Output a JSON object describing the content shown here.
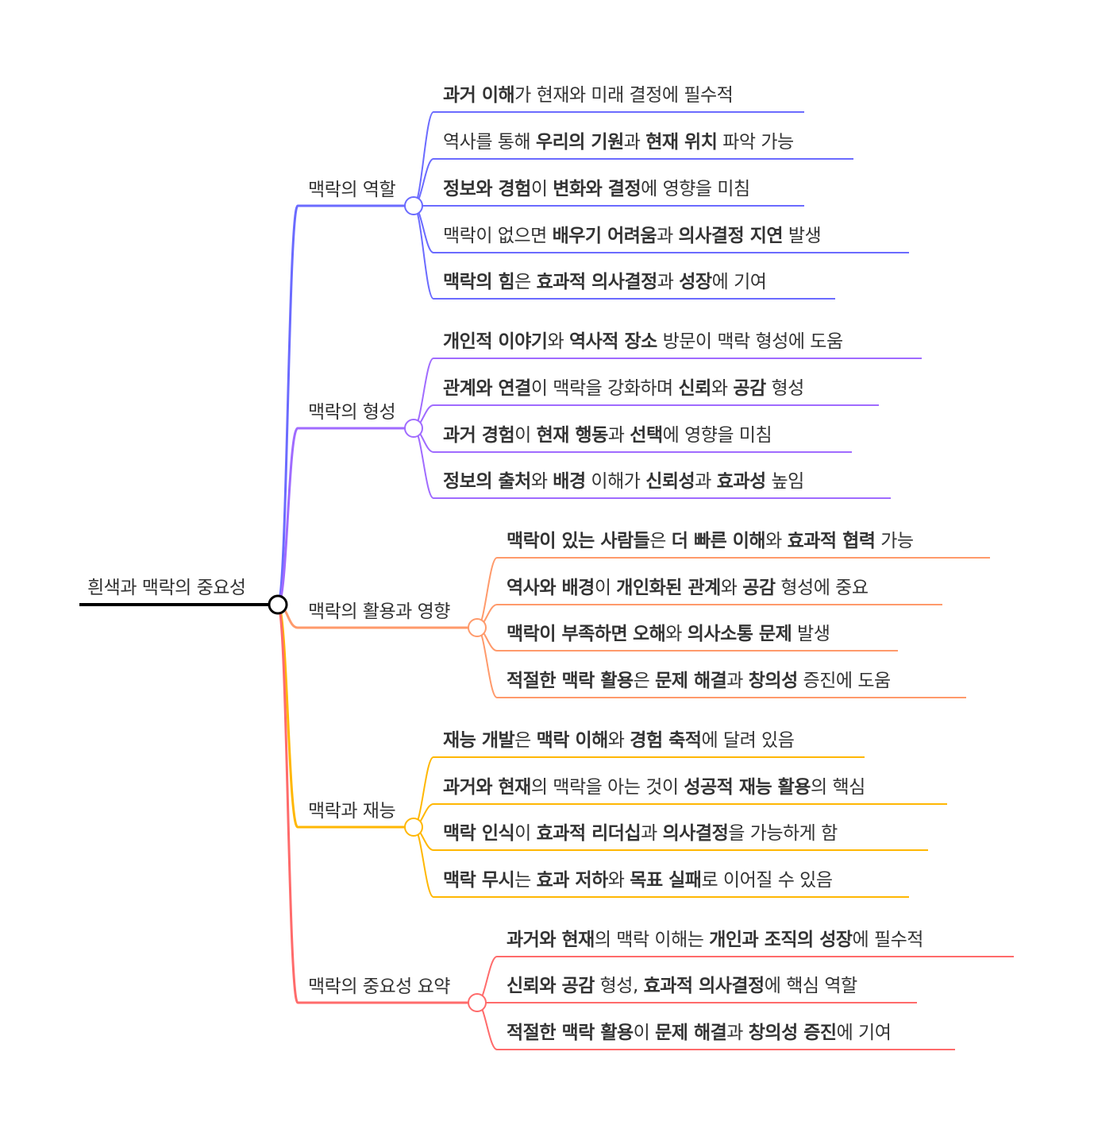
{
  "root": {
    "label": "흰색과 맥락의 중요성"
  },
  "branches": [
    {
      "label": "맥락의 역할",
      "color": "#6b6bff",
      "leaves": [
        [
          [
            "과거 이해",
            1
          ],
          [
            "가 현재와 미래 결정에 필수적",
            0
          ]
        ],
        [
          [
            "역사를 통해 ",
            0
          ],
          [
            "우리의 기원",
            1
          ],
          [
            "과 ",
            0
          ],
          [
            "현재 위치",
            1
          ],
          [
            " 파악 가능",
            0
          ]
        ],
        [
          [
            "정보와 경험",
            1
          ],
          [
            "이 ",
            0
          ],
          [
            "변화와 결정",
            1
          ],
          [
            "에 영향을 미침",
            0
          ]
        ],
        [
          [
            "맥락이 없으면 ",
            0
          ],
          [
            "배우기 어려움",
            1
          ],
          [
            "과 ",
            0
          ],
          [
            "의사결정 지연",
            1
          ],
          [
            " 발생",
            0
          ]
        ],
        [
          [
            "맥락의 힘",
            1
          ],
          [
            "은 ",
            0
          ],
          [
            "효과적 의사결정",
            1
          ],
          [
            "과 ",
            0
          ],
          [
            "성장",
            1
          ],
          [
            "에 기여",
            0
          ]
        ]
      ]
    },
    {
      "label": "맥락의 형성",
      "color": "#a06bff",
      "leaves": [
        [
          [
            "개인적 이야기",
            1
          ],
          [
            "와 ",
            0
          ],
          [
            "역사적 장소",
            1
          ],
          [
            " 방문이 맥락 형성에 도움",
            0
          ]
        ],
        [
          [
            "관계와 연결",
            1
          ],
          [
            "이 맥락을 강화하며 ",
            0
          ],
          [
            "신뢰",
            1
          ],
          [
            "와 ",
            0
          ],
          [
            "공감",
            1
          ],
          [
            " 형성",
            0
          ]
        ],
        [
          [
            "과거 경험",
            1
          ],
          [
            "이 ",
            0
          ],
          [
            "현재 행동",
            1
          ],
          [
            "과 ",
            0
          ],
          [
            "선택",
            1
          ],
          [
            "에 영향을 미침",
            0
          ]
        ],
        [
          [
            "정보의 출처",
            1
          ],
          [
            "와 ",
            0
          ],
          [
            "배경",
            1
          ],
          [
            " 이해가 ",
            0
          ],
          [
            "신뢰성",
            1
          ],
          [
            "과 ",
            0
          ],
          [
            "효과성",
            1
          ],
          [
            " 높임",
            0
          ]
        ]
      ]
    },
    {
      "label": "맥락의 활용과 영향",
      "color": "#ff9a6b",
      "leaves": [
        [
          [
            "맥락이 있는 사람들",
            1
          ],
          [
            "은 ",
            0
          ],
          [
            "더 빠른 이해",
            1
          ],
          [
            "와 ",
            0
          ],
          [
            "효과적 협력",
            1
          ],
          [
            " 가능",
            0
          ]
        ],
        [
          [
            "역사와 배경",
            1
          ],
          [
            "이 ",
            0
          ],
          [
            "개인화된 관계",
            1
          ],
          [
            "와 ",
            0
          ],
          [
            "공감",
            1
          ],
          [
            " 형성에 중요",
            0
          ]
        ],
        [
          [
            "맥락이 부족하면",
            1
          ],
          [
            " ",
            0
          ],
          [
            "오해",
            1
          ],
          [
            "와 ",
            0
          ],
          [
            "의사소통 문제",
            1
          ],
          [
            " 발생",
            0
          ]
        ],
        [
          [
            "적절한 맥락 활용",
            1
          ],
          [
            "은 ",
            0
          ],
          [
            "문제 해결",
            1
          ],
          [
            "과 ",
            0
          ],
          [
            "창의성",
            1
          ],
          [
            " 증진에 도움",
            0
          ]
        ]
      ]
    },
    {
      "label": "맥락과 재능",
      "color": "#ffb703",
      "leaves": [
        [
          [
            "재능 개발",
            1
          ],
          [
            "은 ",
            0
          ],
          [
            "맥락 이해",
            1
          ],
          [
            "와 ",
            0
          ],
          [
            "경험 축적",
            1
          ],
          [
            "에 달려 있음",
            0
          ]
        ],
        [
          [
            "과거와 현재",
            1
          ],
          [
            "의 맥락을 아는 것이 ",
            0
          ],
          [
            "성공적 재능 활용",
            1
          ],
          [
            "의 핵심",
            0
          ]
        ],
        [
          [
            "맥락 인식",
            1
          ],
          [
            "이 ",
            0
          ],
          [
            "효과적 리더십",
            1
          ],
          [
            "과 ",
            0
          ],
          [
            "의사결정",
            1
          ],
          [
            "을 가능하게 함",
            0
          ]
        ],
        [
          [
            "맥락 무시",
            1
          ],
          [
            "는 ",
            0
          ],
          [
            "효과 저하",
            1
          ],
          [
            "와 ",
            0
          ],
          [
            "목표 실패",
            1
          ],
          [
            "로 이어질 수 있음",
            0
          ]
        ]
      ]
    },
    {
      "label": "맥락의 중요성 요약",
      "color": "#ff6b6b",
      "leaves": [
        [
          [
            "과거와 현재",
            1
          ],
          [
            "의 맥락 이해는 ",
            0
          ],
          [
            "개인과 조직의 성장",
            1
          ],
          [
            "에 필수적",
            0
          ]
        ],
        [
          [
            "신뢰와 공감",
            1
          ],
          [
            " 형성, ",
            0
          ],
          [
            "효과적 의사결정",
            1
          ],
          [
            "에 핵심 역할",
            0
          ]
        ],
        [
          [
            "적절한 맥락 활용",
            1
          ],
          [
            "이 ",
            0
          ],
          [
            "문제 해결",
            1
          ],
          [
            "과 ",
            0
          ],
          [
            "창의성 증진",
            1
          ],
          [
            "에 기여",
            0
          ]
        ]
      ]
    }
  ]
}
